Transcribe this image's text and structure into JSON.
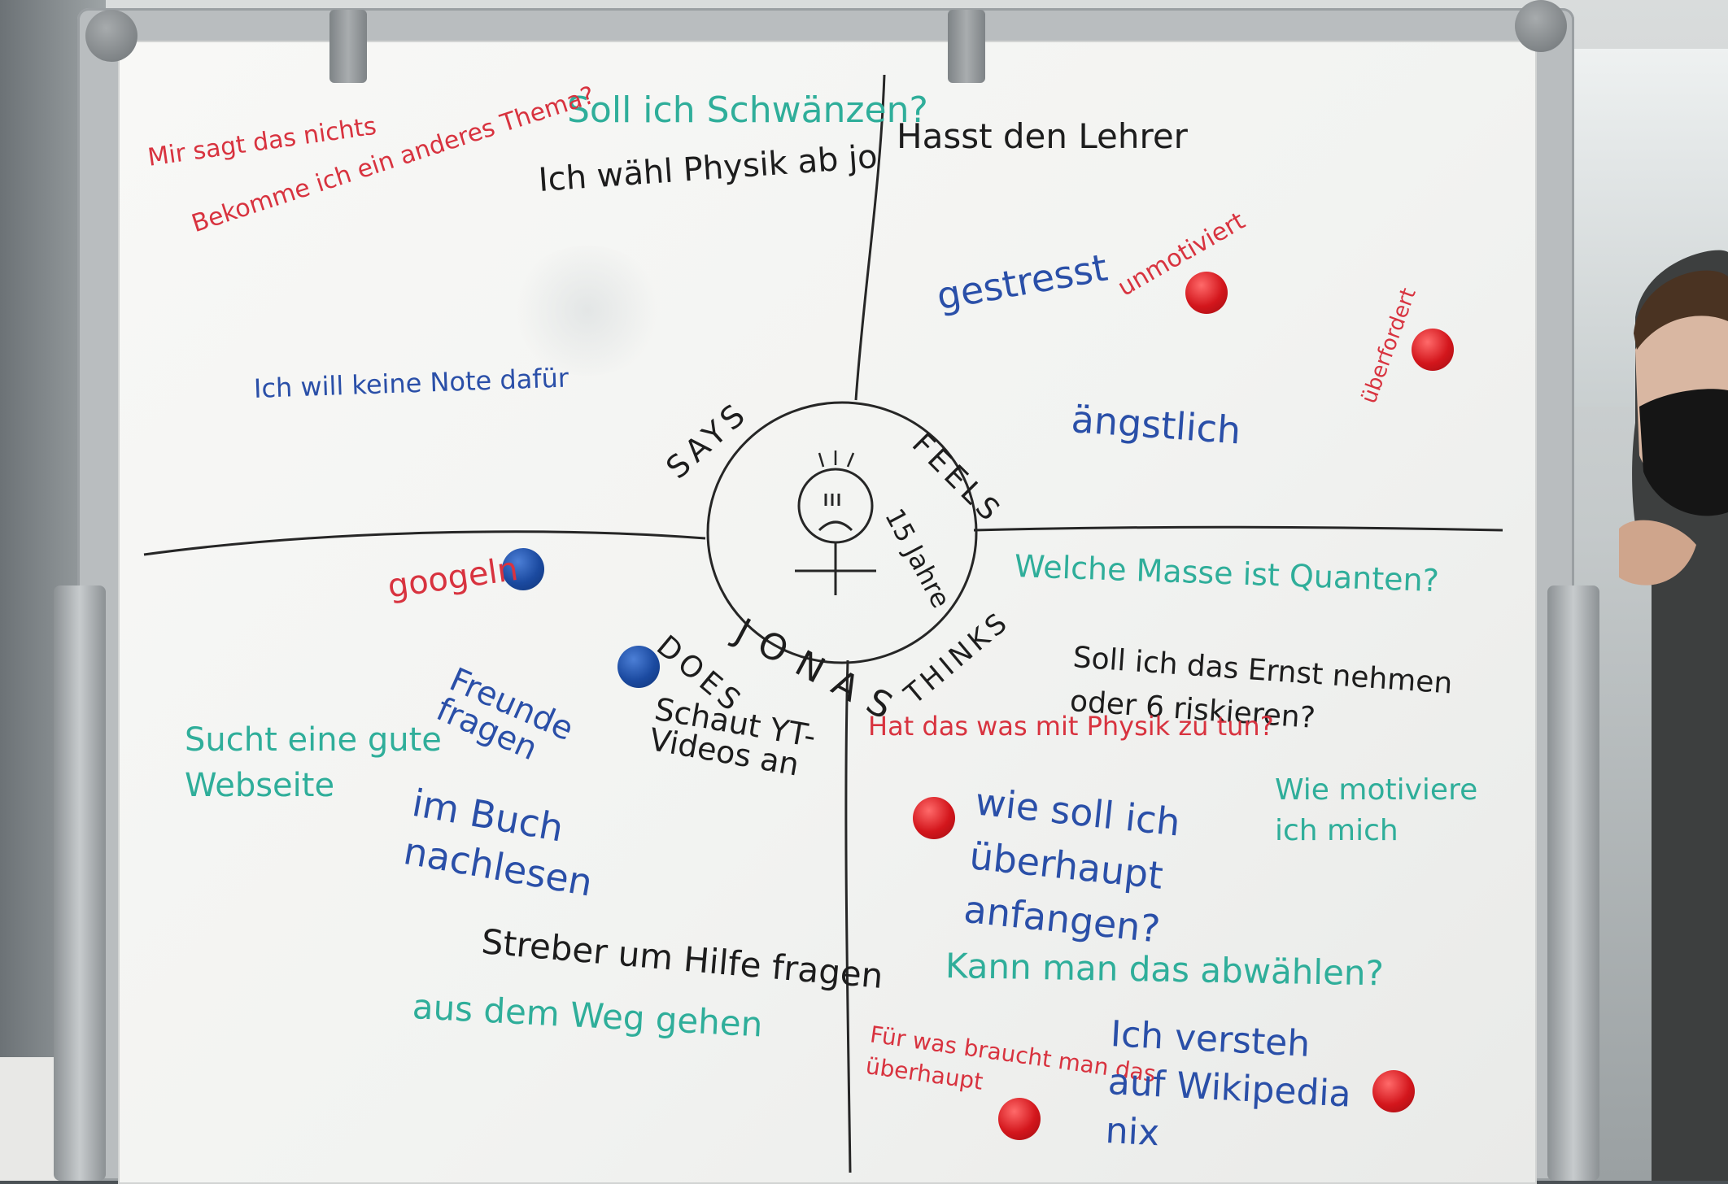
{
  "board": {
    "center_name": "JONAS",
    "age": "15 Jahre",
    "quadrant_labels": {
      "says": "SAYS",
      "feels": "FEELS",
      "does": "DOES",
      "thinks": "THINKS"
    }
  },
  "says": {
    "notes": [
      "Soll ich Schwänzen?",
      "Mir sagt das nichts",
      "Bekomme ich ein anderes Thema?",
      "Ich wähl Physik ab jo",
      "Ich will keine Note dafür"
    ]
  },
  "feels": {
    "notes": [
      "Hasst den Lehrer",
      "gestresst",
      "unmotiviert",
      "überfordert",
      "ängstlich"
    ]
  },
  "does": {
    "notes": [
      "googeln",
      "Freunde fragen",
      "Schaut YT-Videos an",
      "Sucht eine gute Webseite",
      "im Buch nachlesen",
      "Streber um Hilfe fragen",
      "aus dem Weg gehen"
    ]
  },
  "thinks": {
    "notes": [
      "Welche Masse ist Quanten?",
      "Soll ich das Ernst nehmen oder 6 riskieren?",
      "Hat das was mit Physik zu tun?",
      "wie soll ich überhaupt anfangen?",
      "Wie motiviere ich mich",
      "Kann man das abwählen?",
      "Für was braucht man das überhaupt",
      "Ich versteh auf Wikipedia nix"
    ]
  },
  "colors": {
    "black_marker": "#1d1d1d",
    "blue_marker": "#2a4fa8",
    "red_marker": "#d8333f",
    "teal_marker": "#2fae9a",
    "red_magnet": "#d3161c",
    "blue_magnet": "#1b4aa0"
  }
}
